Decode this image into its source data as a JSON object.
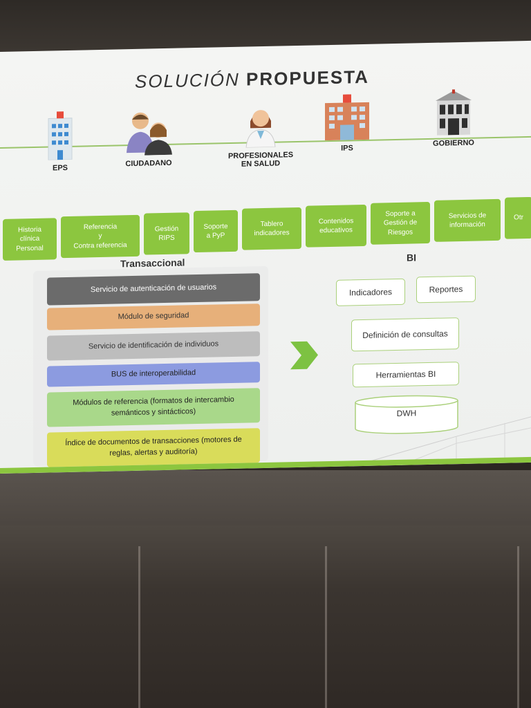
{
  "title": {
    "light": "SOLUCIÓN",
    "bold": "PROPUESTA"
  },
  "actors": [
    {
      "label": "EPS",
      "icon": "hospital-building-icon"
    },
    {
      "label": "CIUDADANO",
      "icon": "citizens-couple-icon"
    },
    {
      "label": "PROFESIONALES\nEN SALUD",
      "icon": "health-professional-icon"
    },
    {
      "label": "IPS",
      "icon": "ips-building-icon"
    },
    {
      "label": "GOBIERNO",
      "icon": "government-building-icon"
    }
  ],
  "tabs": [
    "Historia\nclínica\nPersonal",
    "Referencia\ny\nContra referencia",
    "Gestión\nRIPS",
    "Soporte\na PyP",
    "Tablero\nindicadores",
    "Contenidos\neducativos",
    "Soporte a\nGestión de\nRiesgos",
    "Servicios de\ninformación",
    "Otr"
  ],
  "transaccional": {
    "heading": "Transaccional",
    "layers": [
      {
        "label": "Servicio de autenticación de usuarios",
        "color": "#6b6b6b",
        "text_color": "#ffffff"
      },
      {
        "label": "Módulo de seguridad",
        "color": "#e7b07a",
        "text_color": "#333333"
      },
      {
        "label": "Servicio de identificación de individuos",
        "color": "#bdbdbd",
        "text_color": "#333333"
      },
      {
        "label": "BUS de interoperabilidad",
        "color": "#8c9be0",
        "text_color": "#222222"
      },
      {
        "label": "Módulos de referencia (formatos de intercambio\nsemánticos y sintácticos)",
        "color": "#a9d88a",
        "text_color": "#222222"
      },
      {
        "label": "Índice de documentos de transacciones (motores de\nreglas, alertas y auditoría)",
        "color": "#d9dc5a",
        "text_color": "#222222"
      }
    ]
  },
  "bi": {
    "heading": "BI",
    "indicadores": "Indicadores",
    "reportes": "Reportes",
    "consultas": "Definición de consultas",
    "herramientas": "Herramientas BI",
    "dwh": "DWH"
  },
  "colors": {
    "accent_green": "#8cc63f",
    "arrow_green": "#7dc242"
  }
}
